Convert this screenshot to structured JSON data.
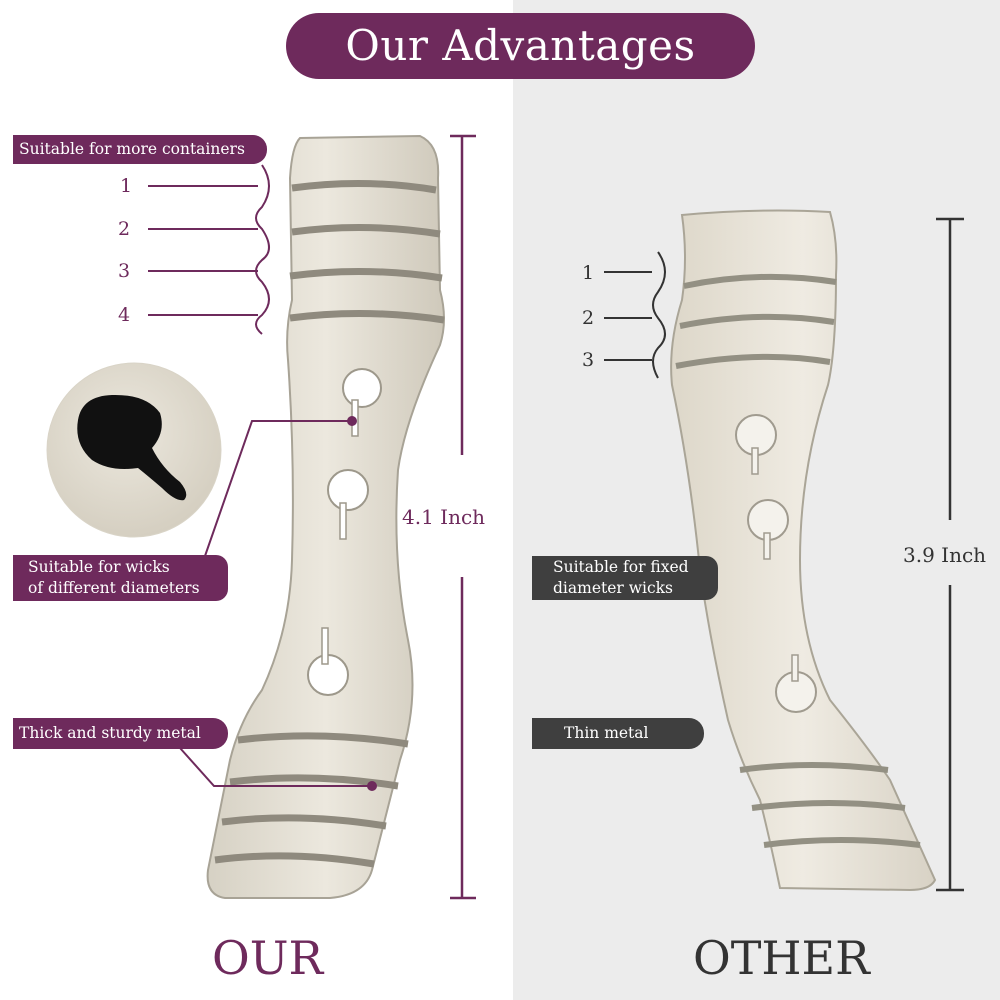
{
  "title": "Our Advantages",
  "colors": {
    "accent": "#6e2a5c",
    "dark": "#3f3f3f",
    "right_bg": "#ececec"
  },
  "left": {
    "containers_label": "Suitable for more containers",
    "groove_numbers": [
      "1",
      "2",
      "3",
      "4"
    ],
    "wicks_label_line1": "Suitable for wicks",
    "wicks_label_line2": "of different diameters",
    "metal_label": "Thick and sturdy metal",
    "dimension": "4.1 Inch",
    "footer": "OUR"
  },
  "right": {
    "groove_numbers": [
      "1",
      "2",
      "3"
    ],
    "wicks_label_line1": "Suitable for fixed",
    "wicks_label_line2": "diameter wicks",
    "metal_label": "Thin metal",
    "dimension": "3.9 Inch",
    "footer": "OTHER"
  }
}
